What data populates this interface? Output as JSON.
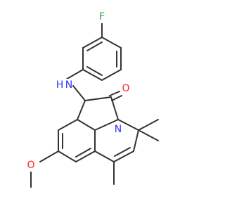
{
  "atoms": {
    "fluorine": {
      "symbol": "F",
      "color": "#33aa33"
    },
    "amine_nitrogen": {
      "symbol": "N",
      "color": "#3333ff"
    },
    "amine_hydrogen": {
      "symbol": "H",
      "color": "#3333ff"
    },
    "carbonyl_oxygen": {
      "symbol": "O",
      "color": "#ff2222"
    },
    "ring_nitrogen": {
      "symbol": "N",
      "color": "#3333ff"
    },
    "methoxy_oxygen": {
      "symbol": "O",
      "color": "#ff2222"
    }
  },
  "bond_color": "#333333"
}
